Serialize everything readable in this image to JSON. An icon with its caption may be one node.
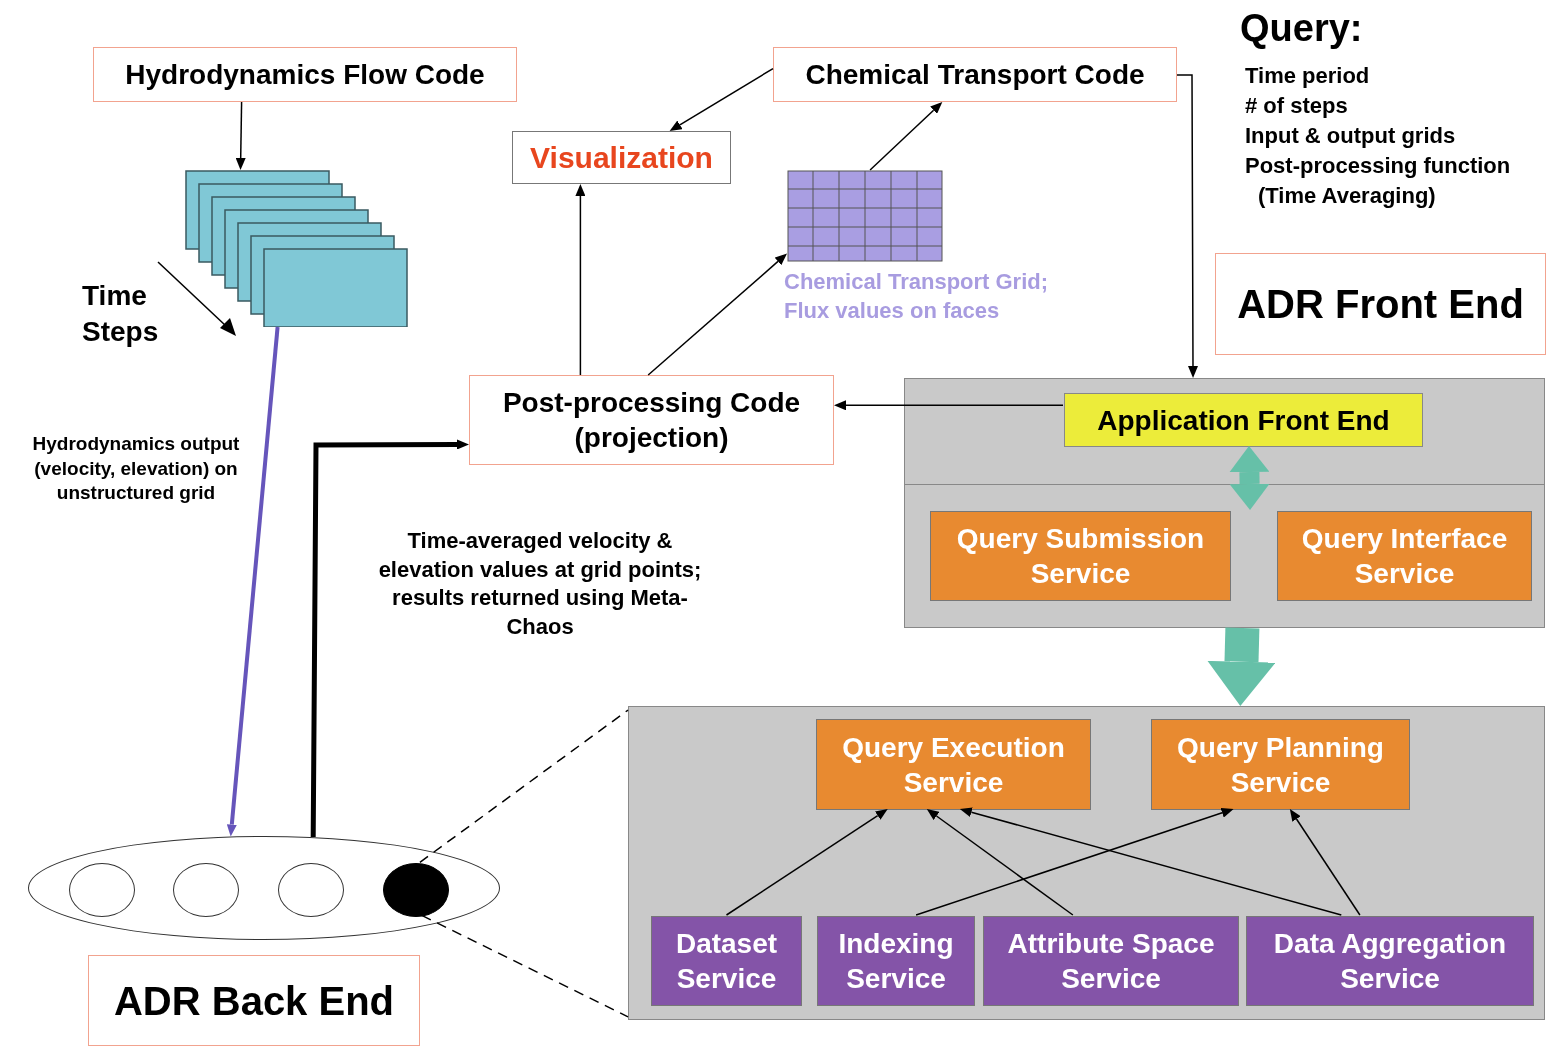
{
  "diagram": {
    "nodes": [
      {
        "text": [
          "Hydrodynamics Flow Code"
        ]
      },
      {
        "text": [],
        "shape": "box",
        "beside": [
          "Time Steps"
        ]
      },
      {
        "text": [
          "Visualization"
        ]
      },
      {
        "text": [
          "Chemical Transport Code"
        ]
      },
      {
        "text": [],
        "shape": "box",
        "beside": [
          "Chemical Transport Grid; Flux values on faces"
        ]
      },
      {
        "text": [
          "Post-processing Code (projection)"
        ]
      },
      {
        "text": [
          "ADR Front End"
        ]
      },
      {
        "text": [],
        "shape": "box"
      },
      {
        "text": [
          "Application Front End"
        ],
        "in": 7
      },
      {
        "text": [
          "Query Submission Service"
        ],
        "in": 7
      },
      {
        "text": [
          "Query Interface Service"
        ],
        "in": 7
      },
      {
        "text": [],
        "shape": "box"
      },
      {
        "text": [
          "Query Execution Service"
        ],
        "in": 11
      },
      {
        "text": [
          "Query Planning Service"
        ],
        "in": 11
      },
      {
        "text": [
          "Dataset Service"
        ],
        "in": 11
      },
      {
        "text": [
          "Indexing Service"
        ],
        "in": 11
      },
      {
        "text": [
          "Attribute Space Service"
        ],
        "in": 11
      },
      {
        "text": [
          "Data Aggregation Service"
        ],
        "in": 11
      },
      {
        "text": [],
        "shape": "circle"
      },
      {
        "text": [],
        "shape": "circle",
        "in": 18
      },
      {
        "text": [],
        "shape": "circle",
        "in": 18
      },
      {
        "text": [],
        "shape": "circle",
        "in": 18
      },
      {
        "text": [],
        "shape": "circle",
        "in": 18
      },
      {
        "text": [
          "ADR Back End"
        ]
      }
    ],
    "edges": [
      {
        "from": 0,
        "to": 1,
        "arrow": "to"
      },
      {
        "from": 1,
        "to": 18,
        "arrow": "to",
        "label": "Hydrodynamics output (velocity, elevation) on unstructured grid",
        "style": "thick",
        "color": "#6655bb"
      },
      {
        "from": 18,
        "to": 5,
        "arrow": "to",
        "label": "Time-averaged velocity & elevation values at grid points; results returned using Meta-Chaos",
        "style": "thick"
      },
      {
        "from": 5,
        "to": 2,
        "arrow": "to"
      },
      {
        "from": 5,
        "to": 4,
        "arrow": "to"
      },
      {
        "from": 4,
        "to": 3,
        "arrow": "to"
      },
      {
        "from": 3,
        "to": 2,
        "arrow": "to"
      },
      {
        "from": 3,
        "to": 7,
        "arrow": "to"
      },
      {
        "from": 8,
        "to": 5,
        "arrow": "to"
      },
      {
        "from": 8,
        "to": null,
        "arrow": "both",
        "style": "thick",
        "color": "#66c0a8"
      },
      {
        "from": 7,
        "to": 11,
        "arrow": "to",
        "style": "thick",
        "color": "#66c0a8"
      },
      {
        "from": 14,
        "to": 12,
        "arrow": "to"
      },
      {
        "from": 15,
        "to": 13,
        "arrow": "to"
      },
      {
        "from": 16,
        "to": 12,
        "arrow": "to"
      },
      {
        "from": 17,
        "to": 12,
        "arrow": "to"
      },
      {
        "from": 17,
        "to": 13,
        "arrow": "to"
      },
      {
        "from": 22,
        "to": 11,
        "arrow": "none",
        "style": "dashed"
      },
      {
        "from": 22,
        "to": 11,
        "arrow": "none",
        "style": "dashed"
      }
    ],
    "labels": [
      "Query:",
      "Time period",
      "# of steps",
      "Input & output grids",
      "Post-processing function",
      "(Time Averaging)"
    ]
  }
}
